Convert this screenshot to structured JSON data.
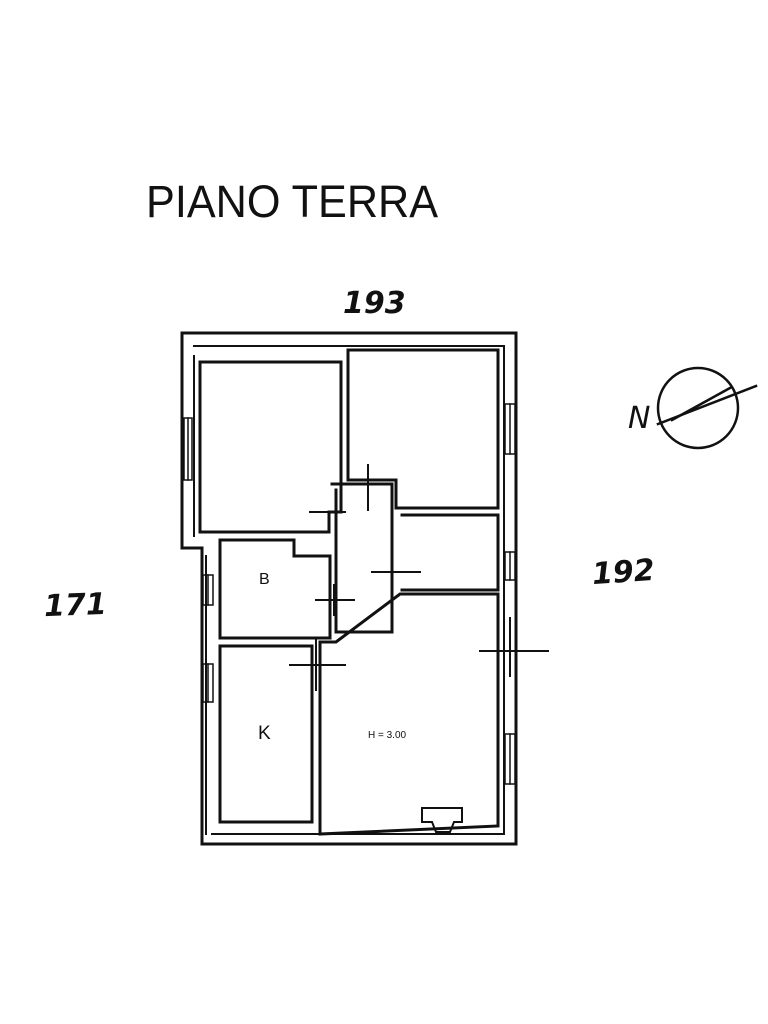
{
  "plan": {
    "title": "PIANO TERRA",
    "neighbor_top": "193",
    "neighbor_left": "171",
    "neighbor_right": "192",
    "north_label": "N",
    "rooms": {
      "bathroom_label": "B",
      "kitchen_label": "K",
      "height_label": "H = 3.00"
    }
  }
}
